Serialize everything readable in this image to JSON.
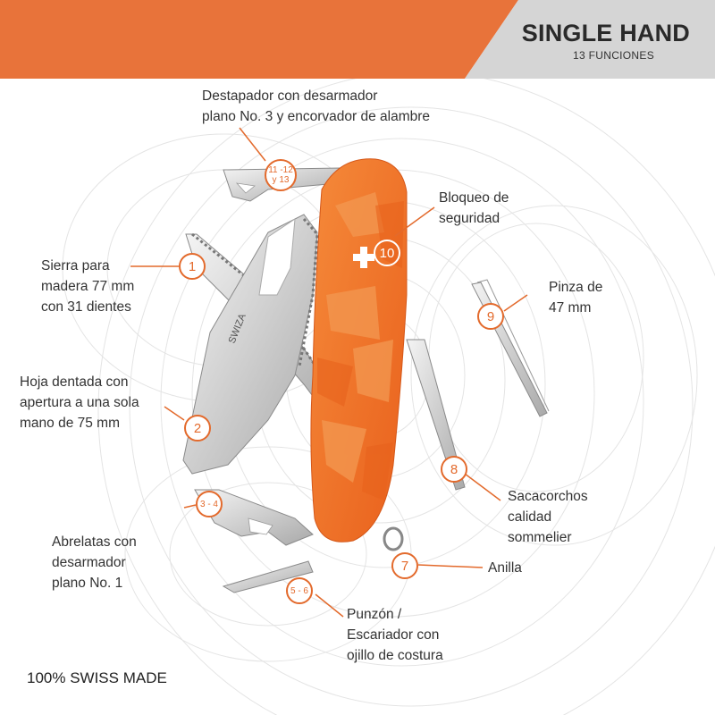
{
  "header": {
    "title": "SINGLE HAND",
    "subtitle": "13 FUNCIONES"
  },
  "colors": {
    "accent": "#e36a2c",
    "banner": "#e8733a",
    "gray": "#d0d0d0",
    "handle": "#f07a2a"
  },
  "callouts": [
    {
      "number": "11 -12\ny 13",
      "lines": [
        "Destapador con desarmador",
        "plano No. 3 y encorvador de alambre"
      ]
    },
    {
      "number": "1",
      "lines": [
        "Sierra para",
        "madera 77 mm",
        "con 31 dientes"
      ]
    },
    {
      "number": "2",
      "lines": [
        "Hoja dentada con",
        "apertura a una sola",
        "mano de 75 mm"
      ]
    },
    {
      "number": "3 - 4",
      "lines": [
        "Abrelatas con",
        "desarmador",
        "plano No. 1"
      ]
    },
    {
      "number": "5 - 6",
      "lines": [
        "Punzón /",
        "Escariador con",
        "ojillo de costura"
      ]
    },
    {
      "number": "7",
      "lines": [
        "Anilla"
      ]
    },
    {
      "number": "8",
      "lines": [
        "Sacacorchos",
        "calidad",
        "sommelier"
      ]
    },
    {
      "number": "9",
      "lines": [
        "Pinza  de",
        "47 mm"
      ]
    },
    {
      "number": "10",
      "lines": [
        "Bloqueo de",
        "seguridad"
      ]
    }
  ],
  "blade_text": "SWIZA",
  "footer": "100% SWISS MADE"
}
